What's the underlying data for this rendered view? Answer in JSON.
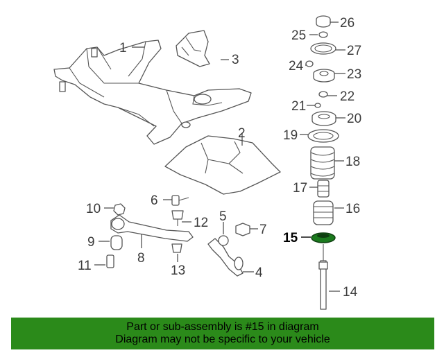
{
  "callouts": [
    {
      "id": "1",
      "label": "1"
    },
    {
      "id": "2",
      "label": "2"
    },
    {
      "id": "3",
      "label": "3"
    },
    {
      "id": "4",
      "label": "4"
    },
    {
      "id": "5",
      "label": "5"
    },
    {
      "id": "6",
      "label": "6"
    },
    {
      "id": "7",
      "label": "7"
    },
    {
      "id": "8",
      "label": "8"
    },
    {
      "id": "9",
      "label": "9"
    },
    {
      "id": "10",
      "label": "10"
    },
    {
      "id": "11",
      "label": "11"
    },
    {
      "id": "12",
      "label": "12"
    },
    {
      "id": "13",
      "label": "13"
    },
    {
      "id": "14",
      "label": "14"
    },
    {
      "id": "15",
      "label": "15"
    },
    {
      "id": "16",
      "label": "16"
    },
    {
      "id": "17",
      "label": "17"
    },
    {
      "id": "18",
      "label": "18"
    },
    {
      "id": "19",
      "label": "19"
    },
    {
      "id": "20",
      "label": "20"
    },
    {
      "id": "21",
      "label": "21"
    },
    {
      "id": "22",
      "label": "22"
    },
    {
      "id": "23",
      "label": "23"
    },
    {
      "id": "24",
      "label": "24"
    },
    {
      "id": "25",
      "label": "25"
    },
    {
      "id": "26",
      "label": "26"
    },
    {
      "id": "27",
      "label": "27"
    }
  ],
  "highlighted_part": "15",
  "highlight_color": "#1b7a1e",
  "banner": {
    "line1": "Part or sub-assembly is #15 in diagram",
    "line2": "Diagram may not be specific to your vehicle",
    "background": "#2b8a1a"
  }
}
